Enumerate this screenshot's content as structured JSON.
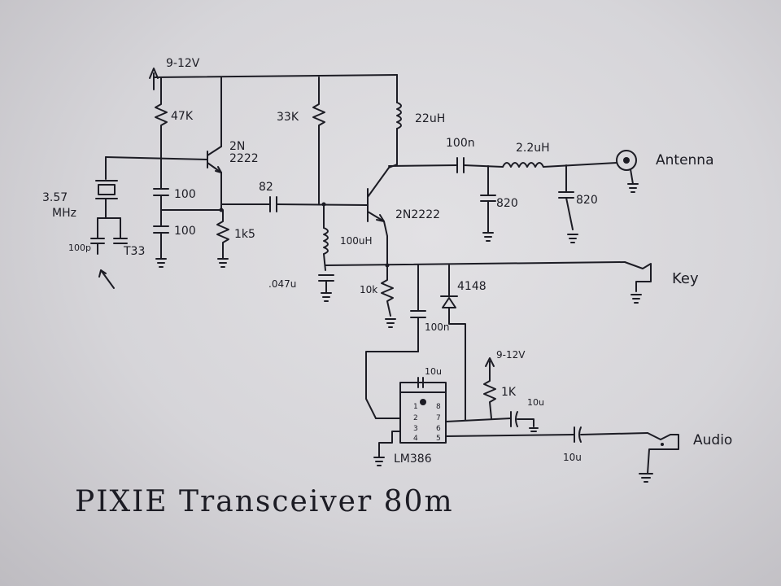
{
  "title": "PIXIE Transceiver 80m",
  "supply": {
    "main": "9-12V",
    "audio": "9-12V"
  },
  "oscillator": {
    "crystal_freq": "3.57",
    "crystal_unit": "MHz",
    "transistor_line1": "2N",
    "transistor_line2": "2222",
    "bias_resistor": "47K",
    "cap_top": "100",
    "cap_bottom": "100",
    "emitter_resistor": "1k5",
    "trim_cap_left": "100p",
    "trim_cap_right": "T33",
    "coupling_cap": "82"
  },
  "amplifier": {
    "base_resistor": "33K",
    "collector_choke": "22uH",
    "transistor": "2N2222",
    "emitter_choke": "100uH",
    "emitter_cap": ".047u",
    "output_cap": "100n",
    "filter_inductor": "2.2uH",
    "filter_cap1": "820",
    "filter_cap2": "820"
  },
  "receiver": {
    "resistor": "10k",
    "cap": "100n",
    "diode": "4148",
    "bypass_cap": "10u",
    "supply_resistor": "1K",
    "supply_cap": "10u",
    "output_cap": "10u"
  },
  "ic": {
    "name": "LM386",
    "pins": [
      "1",
      "2",
      "3",
      "4",
      "8",
      "7",
      "6",
      "5"
    ]
  },
  "connectors": {
    "antenna": "Antenna",
    "key": "Key",
    "audio": "Audio"
  }
}
